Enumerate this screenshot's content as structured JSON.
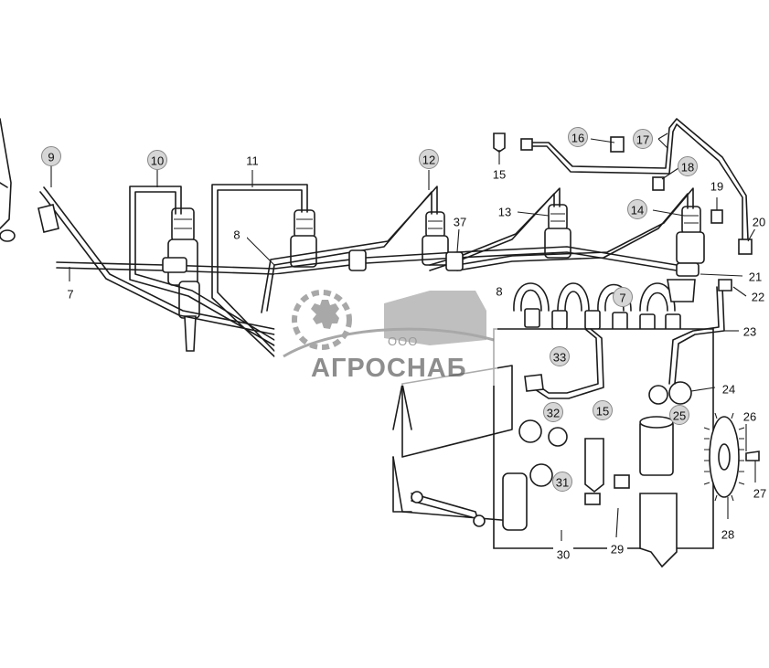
{
  "watermark": {
    "org": "ООО",
    "name": "АГРОСНАБ"
  },
  "callouts": [
    {
      "id": "c9",
      "label": "9",
      "circled": true
    },
    {
      "id": "c10",
      "label": "10",
      "circled": true
    },
    {
      "id": "c11",
      "label": "11",
      "circled": false
    },
    {
      "id": "c12",
      "label": "12",
      "circled": true
    },
    {
      "id": "c13",
      "label": "13",
      "circled": false
    },
    {
      "id": "c14",
      "label": "14",
      "circled": true
    },
    {
      "id": "c15a",
      "label": "15",
      "circled": false
    },
    {
      "id": "c16",
      "label": "16",
      "circled": true
    },
    {
      "id": "c17",
      "label": "17",
      "circled": true
    },
    {
      "id": "c18",
      "label": "18",
      "circled": true
    },
    {
      "id": "c19",
      "label": "19",
      "circled": false
    },
    {
      "id": "c20",
      "label": "20",
      "circled": false
    },
    {
      "id": "c21",
      "label": "21",
      "circled": false
    },
    {
      "id": "c22",
      "label": "22",
      "circled": false
    },
    {
      "id": "c23",
      "label": "23",
      "circled": false
    },
    {
      "id": "c24",
      "label": "24",
      "circled": false
    },
    {
      "id": "c25",
      "label": "25",
      "circled": true
    },
    {
      "id": "c26",
      "label": "26",
      "circled": false
    },
    {
      "id": "c27",
      "label": "27",
      "circled": false
    },
    {
      "id": "c28",
      "label": "28",
      "circled": false
    },
    {
      "id": "c29",
      "label": "29",
      "circled": false
    },
    {
      "id": "c30",
      "label": "30",
      "circled": false
    },
    {
      "id": "c31",
      "label": "31",
      "circled": true
    },
    {
      "id": "c32",
      "label": "32",
      "circled": true
    },
    {
      "id": "c33",
      "label": "33",
      "circled": true
    },
    {
      "id": "c15b",
      "label": "15",
      "circled": true
    },
    {
      "id": "c37",
      "label": "37",
      "circled": false
    },
    {
      "id": "c7a",
      "label": "7",
      "circled": false
    },
    {
      "id": "c7b",
      "label": "7",
      "circled": true
    },
    {
      "id": "c8a",
      "label": "8",
      "circled": false
    },
    {
      "id": "c8b",
      "label": "8",
      "circled": false
    }
  ]
}
